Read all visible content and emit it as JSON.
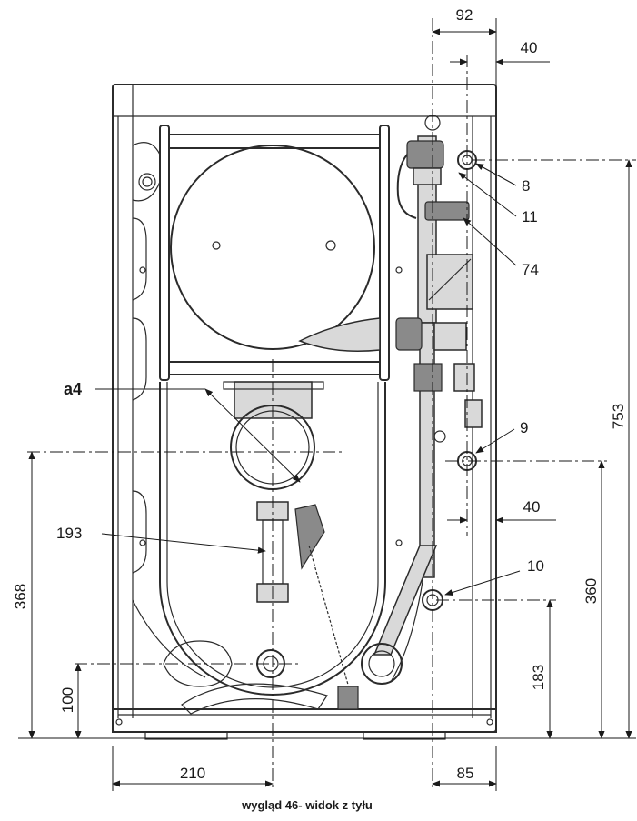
{
  "drawing": {
    "caption": "wygląd 46- widok z tyłu",
    "dimensions": {
      "d92": "92",
      "d40_top": "40",
      "d753": "753",
      "d360": "360",
      "d183": "183",
      "d368": "368",
      "d100": "100",
      "d210": "210",
      "d85": "85",
      "d40_mid": "40"
    },
    "references": {
      "r8": "8",
      "r11": "11",
      "r74": "74",
      "r9": "9",
      "r10": "10",
      "ra4": "a4",
      "r193": "193"
    }
  }
}
